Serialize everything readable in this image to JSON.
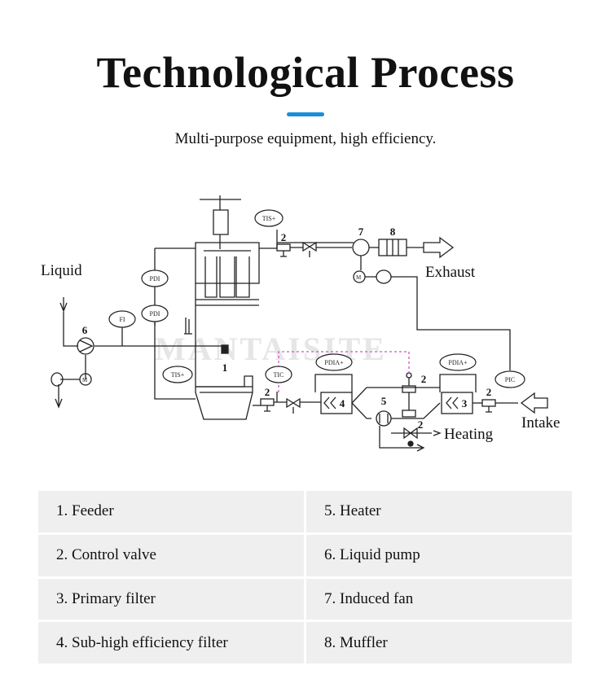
{
  "header": {
    "title": "Technological Process",
    "subtitle": "Multi-purpose equipment, high efficiency."
  },
  "diagram": {
    "labels": {
      "liquid": "Liquid",
      "exhaust": "Exhaust",
      "heating": "Heating",
      "intake": "Intake"
    },
    "instruments": {
      "tis_top": "TIS+",
      "pdi": "PDI",
      "pdi2": "PDI",
      "fi": "FI",
      "tis_left": "TIS+",
      "tic": "TIC",
      "pdia": "PDIA+",
      "pdia2": "PDIA+",
      "pic": "PIC"
    },
    "numbers": {
      "n1": "1",
      "n2a": "2",
      "n2b": "2",
      "n2c": "2",
      "n2d": "2",
      "n2e": "2",
      "n3": "3",
      "n4": "4",
      "n5": "5",
      "n6": "6",
      "n7": "7",
      "n8": "8"
    },
    "watermark": "MANTAISITE"
  },
  "legend": {
    "items": [
      "1. Feeder",
      "5. Heater",
      "2. Control valve",
      "6. Liquid pump",
      "3. Primary filter",
      "7. Induced fan",
      "4. Sub-high efficiency filter",
      "8. Muffler"
    ]
  }
}
